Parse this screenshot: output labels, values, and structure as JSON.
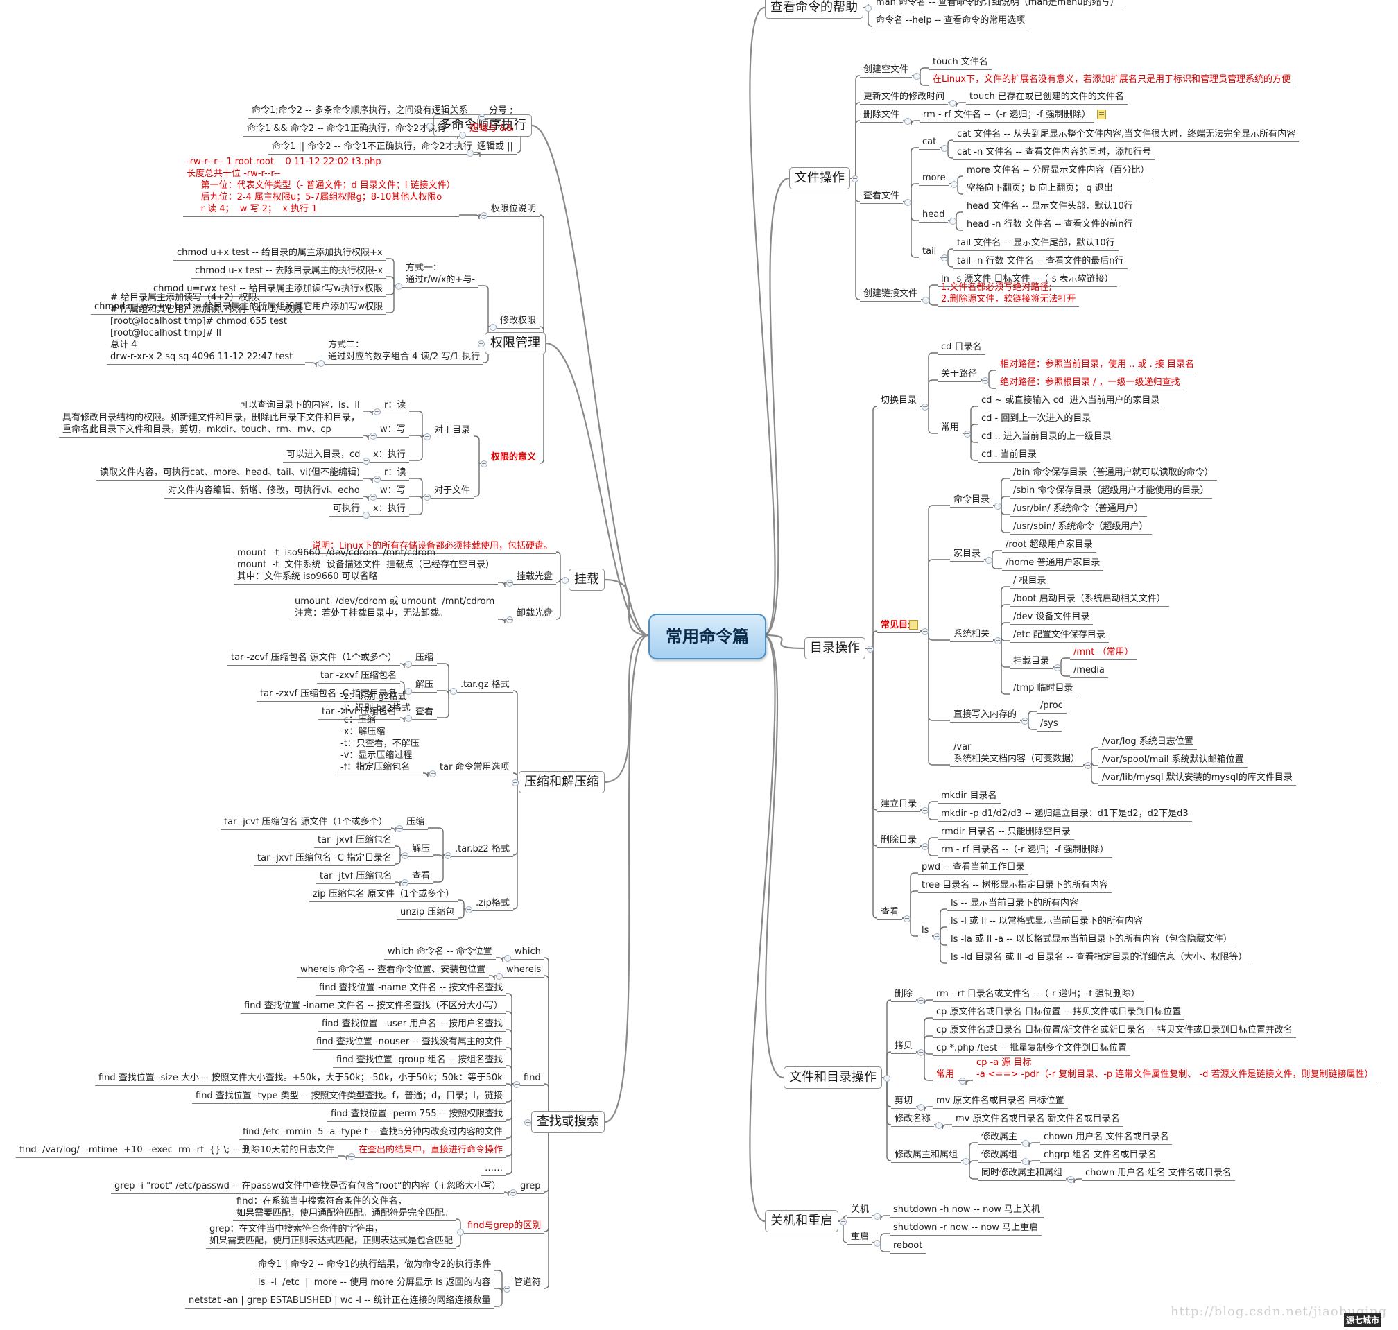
{
  "root": "常用命令篇",
  "footer": {
    "url": "http://blog.csdn.net/jiaobuqing",
    "logo": "源七城市"
  },
  "nodes": [
    {
      "id": "b1",
      "p": "root",
      "t": "查看命令的帮助",
      "c": "main"
    },
    {
      "id": "b1a",
      "p": "b1",
      "t": "man 命令名 -- 查看命令的详细说明（man是menu的缩写）"
    },
    {
      "id": "b1b",
      "p": "b1",
      "t": "命令名 --help -- 查看命令的常用选项"
    },
    {
      "id": "b2",
      "p": "root",
      "t": "文件操作",
      "c": "main"
    },
    {
      "id": "f1",
      "p": "b2",
      "t": "创建空文件"
    },
    {
      "id": "f1a",
      "p": "f1",
      "t": "touch 文件名"
    },
    {
      "id": "f1b",
      "p": "f1",
      "t": "在Linux下，文件的扩展名没有意义，若添加扩展名只是用于标识和管理员管理系统的方便",
      "c": "red"
    },
    {
      "id": "f2",
      "p": "b2",
      "t": "更新文件的修改时间"
    },
    {
      "id": "f2a",
      "p": "f2",
      "t": "touch 已存在或已创建的文件的文件名"
    },
    {
      "id": "f3",
      "p": "b2",
      "t": "删除文件"
    },
    {
      "id": "f3a",
      "p": "f3",
      "t": "rm - rf 文件名 --（-r 递归；-f 强制删除）"
    },
    {
      "id": "f4",
      "p": "b2",
      "t": "查看文件"
    },
    {
      "id": "f4c",
      "p": "f4",
      "t": "cat"
    },
    {
      "id": "f4c1",
      "p": "f4c",
      "t": "cat 文件名 -- 从头到尾显示整个文件内容,当文件很大时，终端无法完全显示所有内容"
    },
    {
      "id": "f4c2",
      "p": "f4c",
      "t": "cat -n 文件名 -- 查看文件内容的同时，添加行号"
    },
    {
      "id": "f4m",
      "p": "f4",
      "t": "more"
    },
    {
      "id": "f4m1",
      "p": "f4m",
      "t": "more 文件名 -- 分屏显示文件内容（百分比）"
    },
    {
      "id": "f4m2",
      "p": "f4m",
      "t": "空格向下翻页；b 向上翻页； q 退出"
    },
    {
      "id": "f4h",
      "p": "f4",
      "t": "head"
    },
    {
      "id": "f4h1",
      "p": "f4h",
      "t": "head 文件名 -- 显示文件头部，默认10行"
    },
    {
      "id": "f4h2",
      "p": "f4h",
      "t": "head -n 行数 文件名 -- 查看文件的前n行"
    },
    {
      "id": "f4t",
      "p": "f4",
      "t": "tail"
    },
    {
      "id": "f4t1",
      "p": "f4t",
      "t": "tail 文件名 -- 显示文件尾部，默认10行"
    },
    {
      "id": "f4t2",
      "p": "f4t",
      "t": "tail -n 行数 文件名 -- 查看文件的最后n行"
    },
    {
      "id": "f5",
      "p": "b2",
      "t": "创建链接文件"
    },
    {
      "id": "f5a",
      "p": "f5",
      "t": "ln –s 源文件 目标文件 --（-s 表示软链接）"
    },
    {
      "id": "f5b",
      "p": "f5",
      "t": "1.文件名都必须写绝对路径;\n2.删除源文件，软链接将无法打开",
      "c": "red"
    },
    {
      "id": "b3",
      "p": "root",
      "t": "目录操作",
      "c": "main"
    },
    {
      "id": "d1",
      "p": "b3",
      "t": "切换目录"
    },
    {
      "id": "d1a",
      "p": "d1",
      "t": "cd 目录名"
    },
    {
      "id": "d1b",
      "p": "d1",
      "t": "关于路径"
    },
    {
      "id": "d1b1",
      "p": "d1b",
      "t": "相对路径：参照当前目录，使用 .. 或 . 接 目录名",
      "c": "red"
    },
    {
      "id": "d1b2",
      "p": "d1b",
      "t": "绝对路径：参照根目录 / ，一级一级递归查找",
      "c": "red"
    },
    {
      "id": "d1c",
      "p": "d1",
      "t": "常用"
    },
    {
      "id": "d1c1",
      "p": "d1c",
      "t": "cd ~ 或直接输入 cd  进入当前用户的家目录"
    },
    {
      "id": "d1c2",
      "p": "d1c",
      "t": "cd - 回到上一次进入的目录"
    },
    {
      "id": "d1c3",
      "p": "d1c",
      "t": "cd .. 进入当前目录的上一级目录"
    },
    {
      "id": "d1c4",
      "p": "d1c",
      "t": "cd . 当前目录"
    },
    {
      "id": "d2",
      "p": "b3",
      "t": "常见目录",
      "c": "red bold"
    },
    {
      "id": "d2a",
      "p": "d2",
      "t": "命令目录"
    },
    {
      "id": "d2a1",
      "p": "d2a",
      "t": "/bin 命令保存目录（普通用户就可以读取的命令）"
    },
    {
      "id": "d2a2",
      "p": "d2a",
      "t": "/sbin 命令保存目录（超级用户才能使用的目录）"
    },
    {
      "id": "d2a3",
      "p": "d2a",
      "t": "/usr/bin/ 系统命令（普通用户）"
    },
    {
      "id": "d2a4",
      "p": "d2a",
      "t": "/usr/sbin/ 系统命令（超级用户）"
    },
    {
      "id": "d2b",
      "p": "d2",
      "t": "家目录"
    },
    {
      "id": "d2b1",
      "p": "d2b",
      "t": "/root 超级用户家目录"
    },
    {
      "id": "d2b2",
      "p": "d2b",
      "t": "/home 普通用户家目录"
    },
    {
      "id": "d2c",
      "p": "d2",
      "t": "系统相关"
    },
    {
      "id": "d2c1",
      "p": "d2c",
      "t": "/ 根目录"
    },
    {
      "id": "d2c2",
      "p": "d2c",
      "t": "/boot 启动目录（系统启动相关文件）"
    },
    {
      "id": "d2c3",
      "p": "d2c",
      "t": "/dev 设备文件目录"
    },
    {
      "id": "d2c4",
      "p": "d2c",
      "t": "/etc 配置文件保存目录"
    },
    {
      "id": "d2c5",
      "p": "d2c",
      "t": "挂载目录"
    },
    {
      "id": "d2c5a",
      "p": "d2c5",
      "t": "/mnt （常用）",
      "c": "red"
    },
    {
      "id": "d2c5b",
      "p": "d2c5",
      "t": "/media"
    },
    {
      "id": "d2c6",
      "p": "d2c",
      "t": "/tmp 临时目录"
    },
    {
      "id": "d2d",
      "p": "d2",
      "t": "直接写入内存的"
    },
    {
      "id": "d2d1",
      "p": "d2d",
      "t": "/proc"
    },
    {
      "id": "d2d2",
      "p": "d2d",
      "t": "/sys"
    },
    {
      "id": "d2e",
      "p": "d2",
      "t": "/var\n系统相关文档内容（可变数据）"
    },
    {
      "id": "d2e1",
      "p": "d2e",
      "t": "/var/log 系统日志位置"
    },
    {
      "id": "d2e2",
      "p": "d2e",
      "t": "/var/spool/mail 系统默认邮箱位置"
    },
    {
      "id": "d2e3",
      "p": "d2e",
      "t": "/var/lib/mysql 默认安装的mysql的库文件目录"
    },
    {
      "id": "d3",
      "p": "b3",
      "t": "建立目录"
    },
    {
      "id": "d3a",
      "p": "d3",
      "t": "mkdir 目录名"
    },
    {
      "id": "d3b",
      "p": "d3",
      "t": "mkdir -p d1/d2/d3 -- 递归建立目录：d1下是d2，d2下是d3"
    },
    {
      "id": "d4",
      "p": "b3",
      "t": "删除目录"
    },
    {
      "id": "d4a",
      "p": "d4",
      "t": "rmdir 目录名 -- 只能删除空目录"
    },
    {
      "id": "d4b",
      "p": "d4",
      "t": "rm - rf 目录名 --（-r 递归；-f 强制删除）"
    },
    {
      "id": "d5",
      "p": "b3",
      "t": "查看"
    },
    {
      "id": "d5a",
      "p": "d5",
      "t": "pwd -- 查看当前工作目录"
    },
    {
      "id": "d5b",
      "p": "d5",
      "t": "tree 目录名 -- 树形显示指定目录下的所有内容"
    },
    {
      "id": "d5c",
      "p": "d5",
      "t": "ls"
    },
    {
      "id": "d5c1",
      "p": "d5c",
      "t": "ls -- 显示当前目录下的所有内容"
    },
    {
      "id": "d5c2",
      "p": "d5c",
      "t": "ls -l 或 ll -- 以常格式显示当前目录下的所有内容"
    },
    {
      "id": "d5c3",
      "p": "d5c",
      "t": "ls -la 或 ll -a -- 以长格式显示当前目录下的所有内容（包含隐藏文件）"
    },
    {
      "id": "d5c4",
      "p": "d5c",
      "t": "ls -ld 目录名 或 ll -d 目录名 -- 查看指定目录的详细信息（大小、权限等）"
    },
    {
      "id": "b4",
      "p": "root",
      "t": "文件和目录操作",
      "c": "main"
    },
    {
      "id": "g1",
      "p": "b4",
      "t": "删除"
    },
    {
      "id": "g1a",
      "p": "g1",
      "t": "rm - rf 目录名或文件名 --（-r 递归；-f 强制删除）"
    },
    {
      "id": "g2",
      "p": "b4",
      "t": "拷贝"
    },
    {
      "id": "g2a",
      "p": "g2",
      "t": "cp 原文件名或目录名 目标位置 -- 拷贝文件或目录到目标位置"
    },
    {
      "id": "g2b",
      "p": "g2",
      "t": "cp 原文件名或目录名 目标位置/新文件名或新目录名 -- 拷贝文件或目录到目标位置并改名"
    },
    {
      "id": "g2c",
      "p": "g2",
      "t": "cp *.php /test -- 批量复制多个文件到目标位置"
    },
    {
      "id": "g2d",
      "p": "g2",
      "t": "常用",
      "c": "red"
    },
    {
      "id": "g2d1",
      "p": "g2d",
      "t": "cp -a 源 目标\n-a <==> -pdr（-r 复制目录、-p 连带文件属性复制、 -d 若源文件是链接文件，则复制链接属性）",
      "c": "red"
    },
    {
      "id": "g3",
      "p": "b4",
      "t": "剪切"
    },
    {
      "id": "g3a",
      "p": "g3",
      "t": "mv 原文件名或目录名 目标位置"
    },
    {
      "id": "g4",
      "p": "b4",
      "t": "修改名称"
    },
    {
      "id": "g4a",
      "p": "g4",
      "t": "mv 原文件名或目录名 新文件名或目录名"
    },
    {
      "id": "g5",
      "p": "b4",
      "t": "修改属主和属组"
    },
    {
      "id": "g5a",
      "p": "g5",
      "t": "修改属主"
    },
    {
      "id": "g5a1",
      "p": "g5a",
      "t": "chown 用户名 文件名或目录名"
    },
    {
      "id": "g5b",
      "p": "g5",
      "t": "修改属组"
    },
    {
      "id": "g5b1",
      "p": "g5b",
      "t": "chgrp 组名 文件名或目录名"
    },
    {
      "id": "g5c",
      "p": "g5",
      "t": "同时修改属主和属组"
    },
    {
      "id": "g5c1",
      "p": "g5c",
      "t": "chown 用户名:组名 文件名或目录名"
    },
    {
      "id": "b5",
      "p": "root",
      "t": "关机和重启",
      "c": "main"
    },
    {
      "id": "k1",
      "p": "b5",
      "t": "关机"
    },
    {
      "id": "k1a",
      "p": "k1",
      "t": "shutdown -h now -- now 马上关机"
    },
    {
      "id": "k2",
      "p": "b5",
      "t": "重启"
    },
    {
      "id": "k2a",
      "p": "k2",
      "t": "shutdown -r now -- now 马上重启"
    },
    {
      "id": "k2b",
      "p": "k2",
      "t": "reboot"
    },
    {
      "id": "b6",
      "p": "root",
      "t": "多命令顺序执行",
      "c": "main"
    },
    {
      "id": "s1",
      "p": "b6",
      "t": "分号 ;"
    },
    {
      "id": "s1a",
      "p": "s1",
      "t": "命令1;命令2 -- 多条命令顺序执行，之间没有逻辑关系"
    },
    {
      "id": "s2",
      "p": "b6",
      "t": "逻辑与 &&",
      "c": "red"
    },
    {
      "id": "s2a",
      "p": "s2",
      "t": "命令1 && 命令2 -- 命令1正确执行，命令2才执行"
    },
    {
      "id": "s3",
      "p": "b6",
      "t": "逻辑或 ||"
    },
    {
      "id": "s3a",
      "p": "s3",
      "t": "命令1 || 命令2 -- 命令1不正确执行，命令2才执行"
    },
    {
      "id": "b7",
      "p": "root",
      "t": "权限管理",
      "c": "main"
    },
    {
      "id": "q1",
      "p": "b7",
      "t": "权限位说明"
    },
    {
      "id": "q1a",
      "p": "q1",
      "t": "-rw-r--r-- 1 root root    0 11-12 22:02 t3.php\n长度总共十位 -rw-r--r--\n     第一位：代表文件类型（- 普通文件；d 目录文件；l 链接文件）\n     后九位：2-4 属主权限u；5-7属组权限g；8-10其他人权限o\n     r 读 4；  w 写 2；  x 执行 1",
      "c": "red"
    },
    {
      "id": "q2",
      "p": "b7",
      "t": "修改权限"
    },
    {
      "id": "q2a",
      "p": "q2",
      "t": "方式一：\n通过r/w/x的+与-"
    },
    {
      "id": "q2a1",
      "p": "q2a",
      "t": "chmod u+x test -- 给目录的属主添加执行权限+x"
    },
    {
      "id": "q2a2",
      "p": "q2a",
      "t": "chmod u-x test -- 去除目录属主的执行权限-x"
    },
    {
      "id": "q2a3",
      "p": "q2a",
      "t": "chmod u=rwx test -- 给目录属主添加读r写w执行x权限"
    },
    {
      "id": "q2a4",
      "p": "q2a",
      "t": "chmod g+w,o+w test -- 给目录属主的所属组和其它用户添加写w权限"
    },
    {
      "id": "q2b",
      "p": "q2",
      "t": "方式二：\n通过对应的数字组合 4 读/2 写/1 执行"
    },
    {
      "id": "q2b1",
      "p": "q2b",
      "t": "# 给目录属主添加读写（4+2）权限、\n# 所属组和其它用户添加读、执行（4+1）权限\n[root@localhost tmp]# chmod 655 test\n[root@localhost tmp]# ll\n总计 4\ndrw-r-xr-x 2 sq sq 4096 11-12 22:47 test"
    },
    {
      "id": "q3",
      "p": "b7",
      "t": "权限的意义",
      "c": "red bold"
    },
    {
      "id": "q3a",
      "p": "q3",
      "t": "对于目录"
    },
    {
      "id": "q3a1",
      "p": "q3a",
      "t": "r：读"
    },
    {
      "id": "q3a1a",
      "p": "q3a1",
      "t": "可以查询目录下的内容，ls、ll"
    },
    {
      "id": "q3a2",
      "p": "q3a",
      "t": "w：写"
    },
    {
      "id": "q3a2a",
      "p": "q3a2",
      "t": "具有修改目录结构的权限。如新建文件和目录，删除此目录下文件和目录，\n重命名此目录下文件和目录，剪切，mkdir、touch、rm、mv、cp"
    },
    {
      "id": "q3a3",
      "p": "q3a",
      "t": "x：执行"
    },
    {
      "id": "q3a3a",
      "p": "q3a3",
      "t": "可以进入目录，cd"
    },
    {
      "id": "q3b",
      "p": "q3",
      "t": "对于文件"
    },
    {
      "id": "q3b1",
      "p": "q3b",
      "t": "r：读"
    },
    {
      "id": "q3b1a",
      "p": "q3b1",
      "t": "读取文件内容，可执行cat、more、head、tail、vi(但不能编辑)"
    },
    {
      "id": "q3b2",
      "p": "q3b",
      "t": "w：写"
    },
    {
      "id": "q3b2a",
      "p": "q3b2",
      "t": "对文件内容编辑、新增、修改，可执行vi、echo"
    },
    {
      "id": "q3b3",
      "p": "q3b",
      "t": "x：执行"
    },
    {
      "id": "q3b3a",
      "p": "q3b3",
      "t": "可执行"
    },
    {
      "id": "b8",
      "p": "root",
      "t": "挂载",
      "c": "main"
    },
    {
      "id": "m0",
      "p": "b8",
      "t": "说明：Linux下的所有存储设备都必须挂载使用，包括硬盘。",
      "c": "red"
    },
    {
      "id": "m1",
      "p": "b8",
      "t": "挂载光盘"
    },
    {
      "id": "m1a",
      "p": "m1",
      "t": "mount  -t  iso9660  /dev/cdrom  /mnt/cdrom\nmount  -t  文件系统  设备描述文件  挂载点（已经存在空目录）\n其中：文件系统 iso9660 可以省略"
    },
    {
      "id": "m2",
      "p": "b8",
      "t": "卸载光盘"
    },
    {
      "id": "m2a",
      "p": "m2",
      "t": "umount  /dev/cdrom 或 umount  /mnt/cdrom\n注意：若处于挂载目录中，无法卸载。"
    },
    {
      "id": "b9",
      "p": "root",
      "t": "压缩和解压缩",
      "c": "main"
    },
    {
      "id": "z1",
      "p": "b9",
      "t": ".tar.gz 格式"
    },
    {
      "id": "z1a",
      "p": "z1",
      "t": "压缩"
    },
    {
      "id": "z1a1",
      "p": "z1a",
      "t": "tar -zcvf 压缩包名 源文件（1个或多个）"
    },
    {
      "id": "z1b",
      "p": "z1",
      "t": "解压"
    },
    {
      "id": "z1b1",
      "p": "z1b",
      "t": "tar -zxvf 压缩包名"
    },
    {
      "id": "z1b2",
      "p": "z1b",
      "t": "tar -zxvf 压缩包名 -C 指定目录名"
    },
    {
      "id": "z1c",
      "p": "z1",
      "t": "查看"
    },
    {
      "id": "z1c1",
      "p": "z1c",
      "t": "tar -ztvf 压缩包名"
    },
    {
      "id": "z2",
      "p": "b9",
      "t": "tar 命令常用选项"
    },
    {
      "id": "z2a",
      "p": "z2",
      "t": "-z：识别.gz格式\n-j：识别.bz2格式\n-c：压缩\n-x：解压缩\n-t：只查看，不解压\n-v：显示压缩过程\n-f：指定压缩包名"
    },
    {
      "id": "z3",
      "p": "b9",
      "t": ".tar.bz2 格式"
    },
    {
      "id": "z3a",
      "p": "z3",
      "t": "压缩"
    },
    {
      "id": "z3a1",
      "p": "z3a",
      "t": "tar -jcvf 压缩包名 源文件（1个或多个）"
    },
    {
      "id": "z3b",
      "p": "z3",
      "t": "解压"
    },
    {
      "id": "z3b1",
      "p": "z3b",
      "t": "tar -jxvf 压缩包名"
    },
    {
      "id": "z3b2",
      "p": "z3b",
      "t": "tar -jxvf 压缩包名 -C 指定目录名"
    },
    {
      "id": "z3c",
      "p": "z3",
      "t": "查看"
    },
    {
      "id": "z3c1",
      "p": "z3c",
      "t": "tar -jtvf 压缩包名"
    },
    {
      "id": "z4",
      "p": "b9",
      "t": ".zip格式"
    },
    {
      "id": "z4a",
      "p": "z4",
      "t": "zip 压缩包名 原文件（1个或多个）"
    },
    {
      "id": "z4b",
      "p": "z4",
      "t": "unzip 压缩包"
    },
    {
      "id": "b10",
      "p": "root",
      "t": "查找或搜索",
      "c": "main"
    },
    {
      "id": "x1",
      "p": "b10",
      "t": "which"
    },
    {
      "id": "x1a",
      "p": "x1",
      "t": "which 命令名 -- 命令位置"
    },
    {
      "id": "x2",
      "p": "b10",
      "t": "whereis"
    },
    {
      "id": "x2a",
      "p": "x2",
      "t": "whereis 命令名 -- 查看命令位置、安装包位置"
    },
    {
      "id": "x3",
      "p": "b10",
      "t": "find"
    },
    {
      "id": "x3a",
      "p": "x3",
      "t": "find 查找位置 -name 文件名 -- 按文件名查找"
    },
    {
      "id": "x3b",
      "p": "x3",
      "t": "find 查找位置 -iname 文件名 -- 按文件名查找（不区分大小写）"
    },
    {
      "id": "x3c",
      "p": "x3",
      "t": "find 查找位置  -user 用户名 -- 按用户名查找"
    },
    {
      "id": "x3d",
      "p": "x3",
      "t": "find 查找位置 -nouser -- 查找没有属主的文件"
    },
    {
      "id": "x3e",
      "p": "x3",
      "t": "find 查找位置 -group 组名 -- 按组名查找"
    },
    {
      "id": "x3f",
      "p": "x3",
      "t": "find 查找位置 -size 大小 -- 按照文件大小查找。+50k，大于50k；-50k，小于50k；50k：等于50k"
    },
    {
      "id": "x3g",
      "p": "x3",
      "t": "find 查找位置 -type 类型 -- 按照文件类型查找。f，普通；d，目录；l，链接"
    },
    {
      "id": "x3h",
      "p": "x3",
      "t": "find 查找位置 -perm 755 -- 按照权限查找"
    },
    {
      "id": "x3i",
      "p": "x3",
      "t": "find /etc -mmin -5 -a -type f -- 查找5分钟内改变过内容的文件"
    },
    {
      "id": "x3j",
      "p": "x3",
      "t": "在查出的结果中，直接进行命令操作",
      "c": "red"
    },
    {
      "id": "x3j1",
      "p": "x3j",
      "t": "find  /var/log/  -mtime  +10  -exec  rm -rf  {} \\; -- 删除10天前的日志文件"
    },
    {
      "id": "x3k",
      "p": "x3",
      "t": "……"
    },
    {
      "id": "x4",
      "p": "b10",
      "t": "grep"
    },
    {
      "id": "x4a",
      "p": "x4",
      "t": "grep -i \"root\" /etc/passwd -- 在passwd文件中查找是否有包含”root“的内容（-i 忽略大小写）"
    },
    {
      "id": "x5",
      "p": "b10",
      "t": "find与grep的区别",
      "c": "red"
    },
    {
      "id": "x5a",
      "p": "x5",
      "t": "find：在系统当中搜索符合条件的文件名，\n如果需要匹配，使用通配符匹配。通配符是完全匹配。"
    },
    {
      "id": "x5b",
      "p": "x5",
      "t": "grep：在文件当中搜索符合条件的字符串，\n如果需要匹配，使用正则表达式匹配，正则表达式是包含匹配"
    },
    {
      "id": "x6",
      "p": "b10",
      "t": "管道符"
    },
    {
      "id": "x6a",
      "p": "x6",
      "t": "命令1 | 命令2 -- 命令1的执行结果，做为命令2的执行条件"
    },
    {
      "id": "x6b",
      "p": "x6",
      "t": "ls  -l  /etc  |  more -- 使用 more 分屏显示 ls 返回的内容"
    },
    {
      "id": "x6c",
      "p": "x6",
      "t": "netstat -an | grep ESTABLISHED | wc -l -- 统计正在连接的网络连接数量"
    }
  ]
}
